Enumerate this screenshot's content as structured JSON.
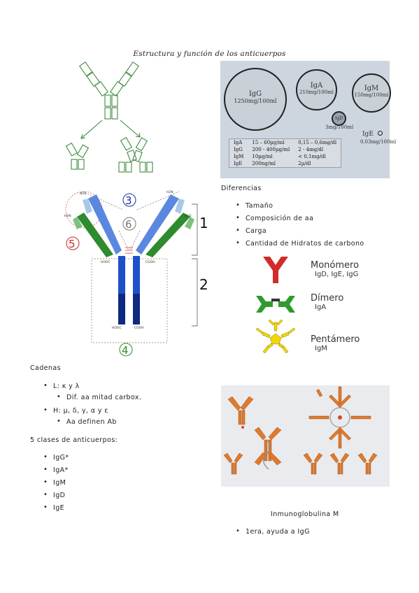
{
  "title": "Estructura y función de los anticuerpos",
  "classes_panel": {
    "igg": {
      "name": "IgG",
      "value": "1250mg/100ml"
    },
    "iga": {
      "name": "IgA",
      "value": "210mg/100ml"
    },
    "igm": {
      "name": "IgM",
      "value": "150mg/100ml"
    },
    "igd": {
      "name": "IgD",
      "value": "3mg/100ml"
    },
    "ige": {
      "name": "IgE",
      "value": "0.03mg/100ml"
    },
    "table": [
      [
        "IgA",
        "15 – 60µg/ml",
        "0,15 – 0,6mg/dl"
      ],
      [
        "IgG",
        "200 - 400µg/ml",
        "2 - 4mg/dl"
      ],
      [
        "IgM",
        "10µg/ml",
        "< 0,1mg/dl"
      ],
      [
        "IgE",
        "200ng/ml",
        "2µ/dl"
      ]
    ]
  },
  "diagram_numbers": [
    "1",
    "2",
    "3",
    "4",
    "5",
    "6"
  ],
  "diferencias": {
    "heading": "Diferencias",
    "items": [
      "Tamaño",
      "Composición de aa",
      "Carga",
      "Cantidad de Hidratos de carbono"
    ]
  },
  "forms_legend": {
    "monomero": {
      "label": "Monómero",
      "sub": "IgD, IgE, IgG"
    },
    "dimero": {
      "label": "Dímero",
      "sub": "IgA"
    },
    "pentamero": {
      "label": "Pentámero",
      "sub": "IgM"
    }
  },
  "cadenas": {
    "heading": "Cadenas",
    "l_chain": "L: κ y λ",
    "l_sub": "Dif. aa mitad carbox.",
    "h_chain": "H: μ, δ, γ, α y ε",
    "h_sub": "Aa definen Ab"
  },
  "clases": {
    "heading": "5 clases de anticuerpos:",
    "items": [
      "IgG*",
      "IgA*",
      "IgM",
      "IgD",
      "IgE"
    ]
  },
  "igm_section": {
    "heading": "Inmunoglobulina M",
    "items": [
      "1era, ayuda a IgG"
    ]
  },
  "colors": {
    "light_chain_green": "#2e8b2e",
    "heavy_chain_blue": "#1e50c8",
    "panel_bg": "#cdd5de",
    "monomer_red": "#d42a2a",
    "dimer_green": "#2f9b2f",
    "pentamer_yellow": "#f2d60b"
  }
}
